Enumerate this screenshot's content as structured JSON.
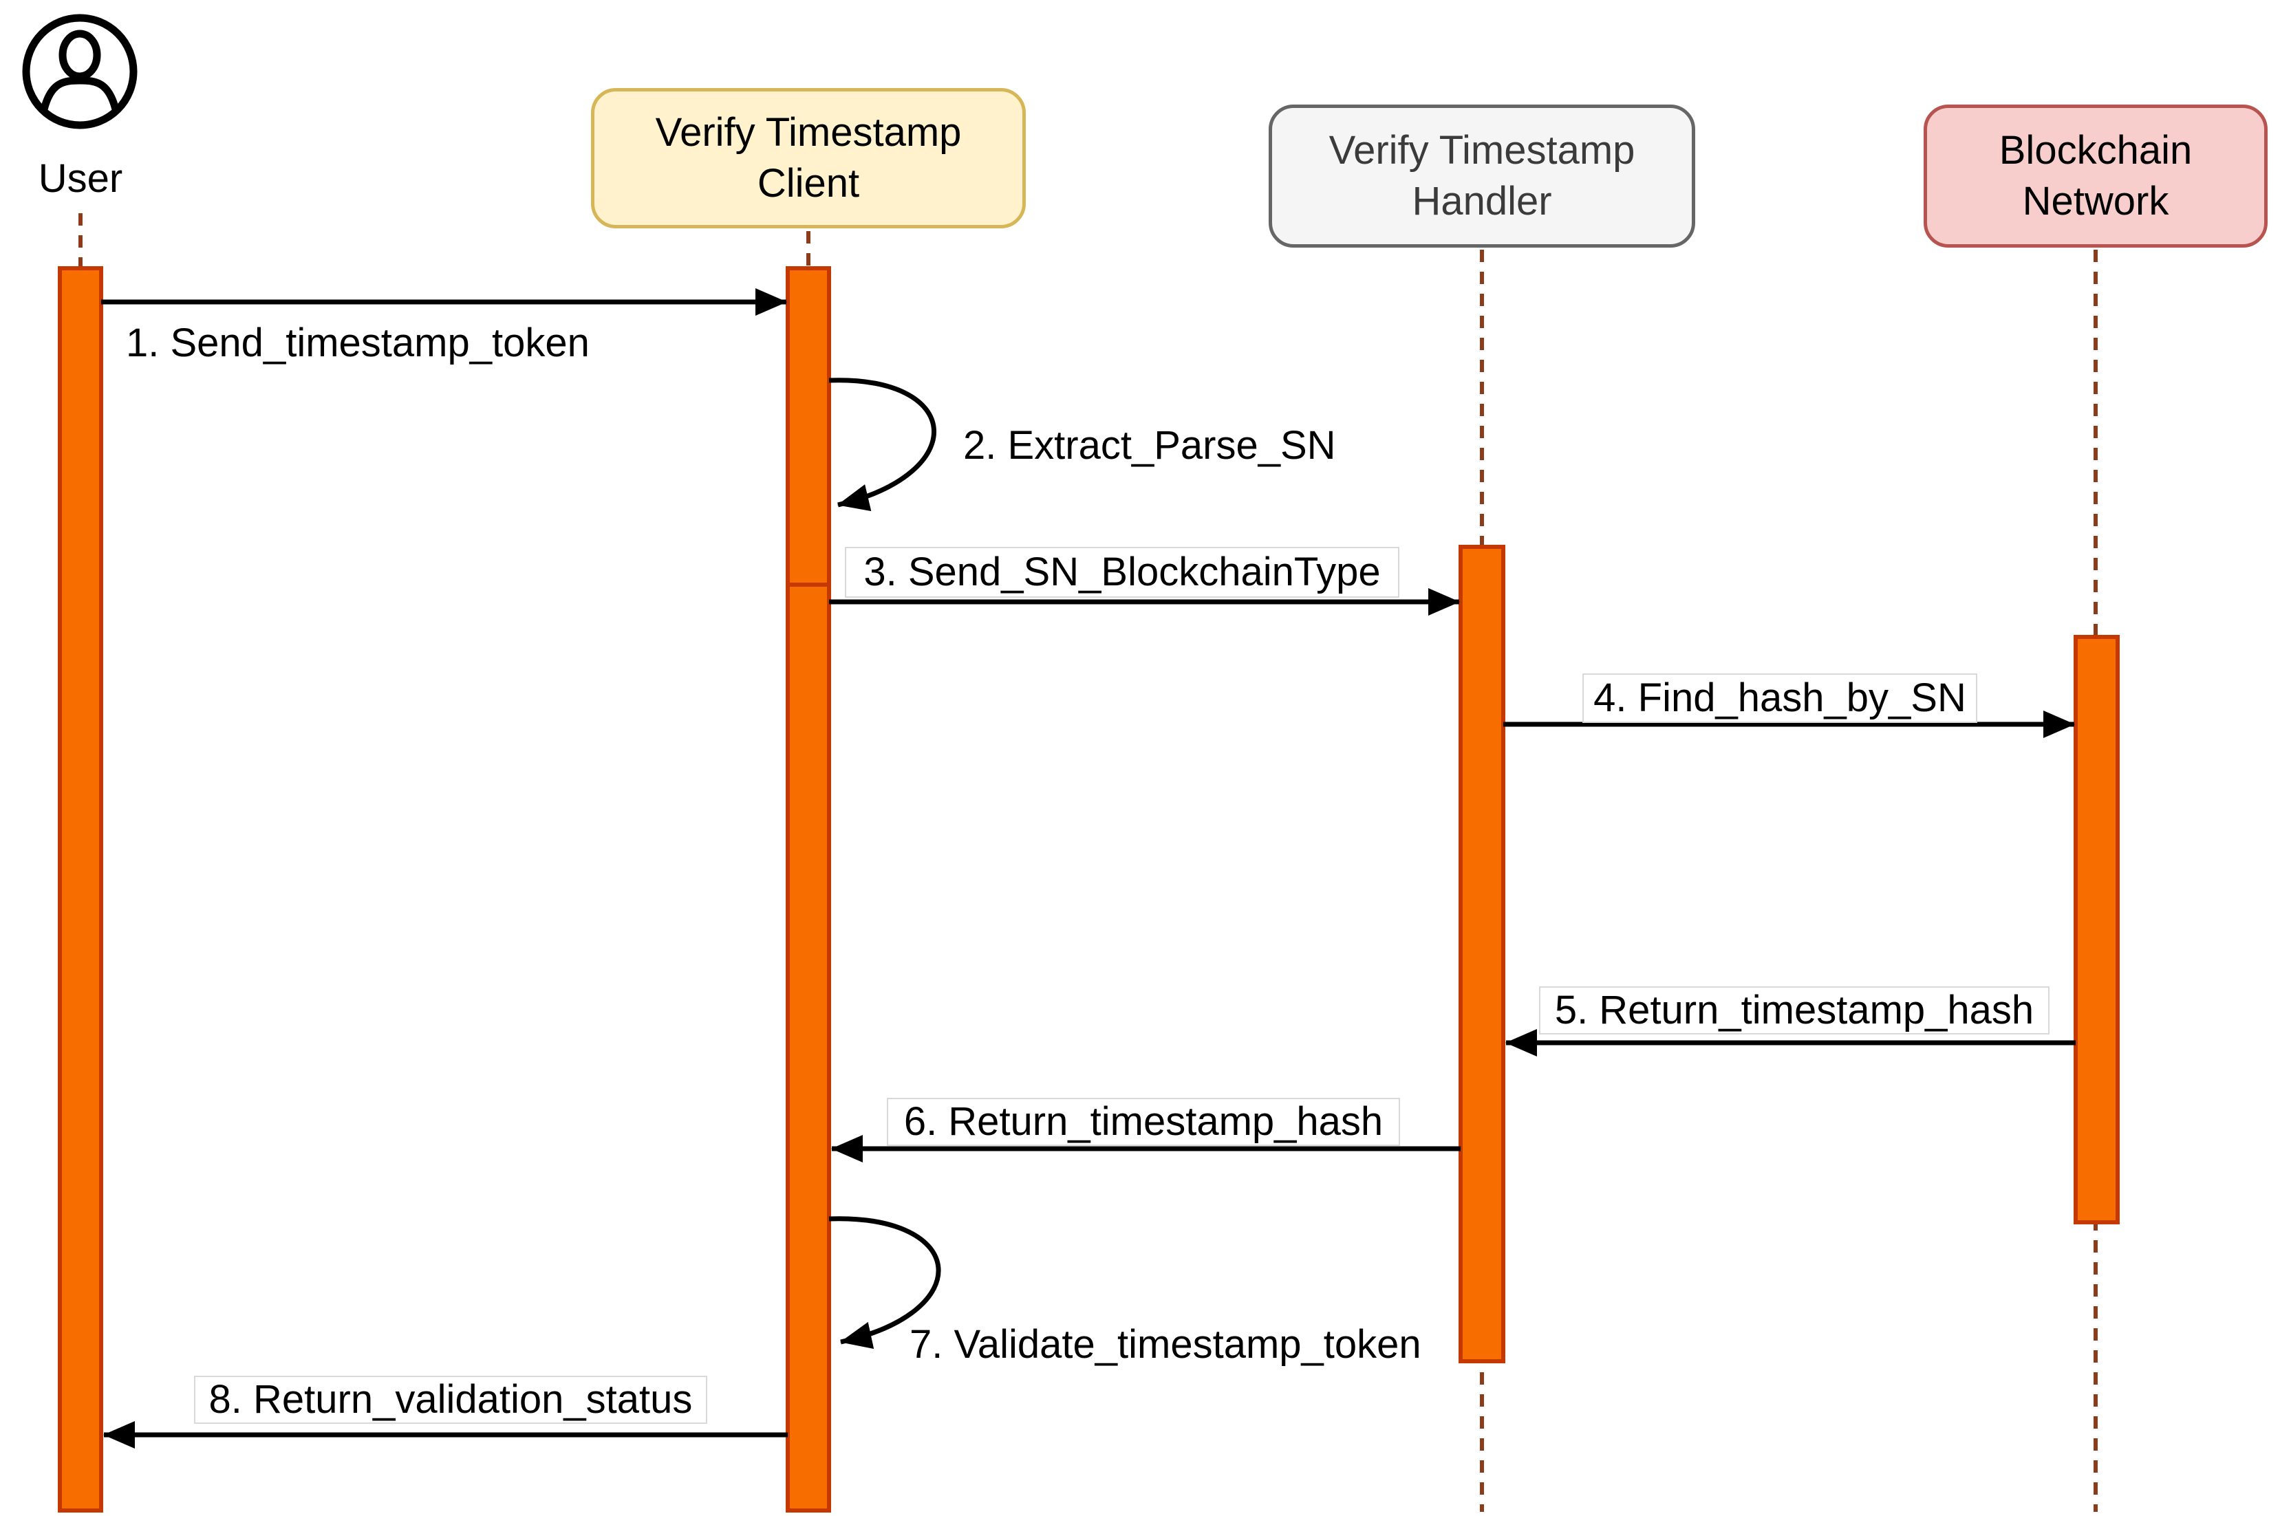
{
  "diagram_type": "uml-sequence",
  "actors": {
    "user": {
      "label": "User",
      "kind": "person"
    },
    "client": {
      "line1": "Verify Timestamp",
      "line2": "Client",
      "full": "Verify Timestamp Client"
    },
    "handler": {
      "line1": "Verify Timestamp",
      "line2": "Handler",
      "full": "Verify Timestamp Handler"
    },
    "network": {
      "line1": "Blockchain",
      "line2": "Network",
      "full": "Blockchain Network"
    }
  },
  "messages": [
    {
      "label": "1. Send_timestamp_token",
      "from": "User",
      "to": "Verify Timestamp Client",
      "kind": "call",
      "boxed": false
    },
    {
      "label": "2. Extract_Parse_SN",
      "from": "Verify Timestamp Client",
      "to": "Verify Timestamp Client",
      "kind": "self-call",
      "boxed": false
    },
    {
      "label": "3. Send_SN_BlockchainType",
      "from": "Verify Timestamp Client",
      "to": "Verify Timestamp Handler",
      "kind": "call",
      "boxed": true
    },
    {
      "label": "4. Find_hash_by_SN",
      "from": "Verify Timestamp Handler",
      "to": "Blockchain Network",
      "kind": "call",
      "boxed": true
    },
    {
      "label": "5. Return_timestamp_hash",
      "from": "Blockchain Network",
      "to": "Verify Timestamp Handler",
      "kind": "return",
      "boxed": true
    },
    {
      "label": "6. Return_timestamp_hash",
      "from": "Verify Timestamp Handler",
      "to": "Verify Timestamp Client",
      "kind": "return",
      "boxed": true
    },
    {
      "label": "7. Validate_timestamp_token",
      "from": "Verify Timestamp Client",
      "to": "Verify Timestamp Client",
      "kind": "self-call",
      "boxed": false
    },
    {
      "label": "8. Return_validation_status",
      "from": "Verify Timestamp Client",
      "to": "User",
      "kind": "return",
      "boxed": true
    }
  ],
  "colors": {
    "activation_fill": "#F76D00",
    "activation_border": "#C43802",
    "lifeline": "#8C3B1B",
    "arrow": "#000000",
    "client_box_fill": "#FFF2CC",
    "client_box_border": "#D6B656",
    "handler_box_fill": "#F5F5F5",
    "handler_box_border": "#666666",
    "network_box_fill": "#F8CECC",
    "network_box_border": "#B85450",
    "background": "#FFFFFF"
  }
}
